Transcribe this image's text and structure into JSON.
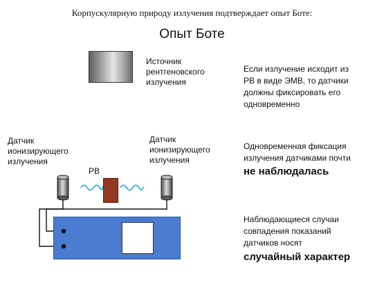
{
  "intro": "Корпускулярную природу излучения подтверждает опыт Боте:",
  "title": "Опыт Боте",
  "source_label": [
    "Источник",
    "рентгеновского",
    "излучения"
  ],
  "explanation_1": [
    "Если излучение исходит из",
    "РВ в виде ЭМВ, то датчики",
    "должны фиксировать его",
    "одновременно"
  ],
  "detector_left_label": [
    "Датчик",
    "ионизирующего",
    "излучения"
  ],
  "detector_right_label": [
    "Датчик",
    "ионизирующего",
    "излучения"
  ],
  "sample_label": "РВ",
  "explanation_2": [
    "Одновременная фиксация",
    "излучения датчиками почти"
  ],
  "explanation_2_strong": "не наблюдалась",
  "explanation_3": [
    "Наблюдающиеся случаи",
    "совпадения показаний",
    "датчиков носят"
  ],
  "explanation_3_strong": "случайный характер",
  "colors": {
    "screen": "#4a7bd0",
    "sample": "#953921",
    "wave": "#3fa8d8"
  }
}
